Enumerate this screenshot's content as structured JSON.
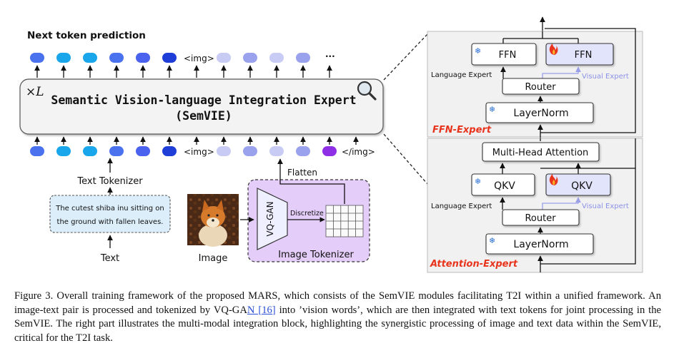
{
  "left": {
    "next_token_label": "Next token prediction",
    "times_l": "×L",
    "semvie_title_line1": "Semantic Vision-language Integration Expert",
    "semvie_title_line2": "(SemVIE)",
    "img_token_top": "<img>",
    "ellipsis": "···",
    "img_token_bottom": "<img>",
    "img_end_token": "</img>",
    "text_tokenizer_label": "Text Tokenizer",
    "text_prompt_line1": "The cutest shiba inu sitting on",
    "text_prompt_line2": "the ground with fallen leaves.",
    "text_label": "Text",
    "image_label": "Image",
    "vqgan_label": "VQ-GAN",
    "discretize_label": "Discretize",
    "flatten_label": "Flatten",
    "image_tokenizer_label": "Image Tokenizer"
  },
  "right": {
    "ffn_lang": "FFN",
    "ffn_visual": "FFN",
    "language_expert_1": "Language Expert",
    "visual_expert_1": "Visual Expert",
    "router_1": "Router",
    "layernorm_1": "LayerNorm",
    "ffn_expert_title": "FFN-Expert",
    "mha": "Multi-Head Attention",
    "qkv_lang": "QKV",
    "qkv_visual": "QKV",
    "language_expert_2": "Language Expert",
    "visual_expert_2": "Visual Expert",
    "router_2": "Router",
    "layernorm_2": "LayerNorm",
    "attention_expert_title": "Attention-Expert"
  },
  "caption": {
    "part1": "Figure 3.  Overall training framework of the proposed MARS, which consists of the SemVIE modules facilitating T2I within a unified framework. An image-text pair is processed and tokenized by VQ-GA",
    "ref": "N [16]",
    "part2": " into ’vision words’, which are then integrated with text tokens for joint processing in the SemVIE. The right part illustrates the multi-modal integration block, highlighting the synergistic processing of image and text data within the SemVIE, critical for the T2I task."
  },
  "colors": {
    "token_blue_dark": "#1f3ed8",
    "token_blue_mid": "#4a72ee",
    "token_cyan": "#1aa6ea",
    "token_light": "#c8ccf5",
    "token_purple": "#8e2fe6",
    "tokenizer_purple": "#e4cdf8",
    "expert_red": "#e8341c",
    "visual_expert_fill": "#e2e4fb",
    "visual_expert_text": "#8c92e8"
  }
}
